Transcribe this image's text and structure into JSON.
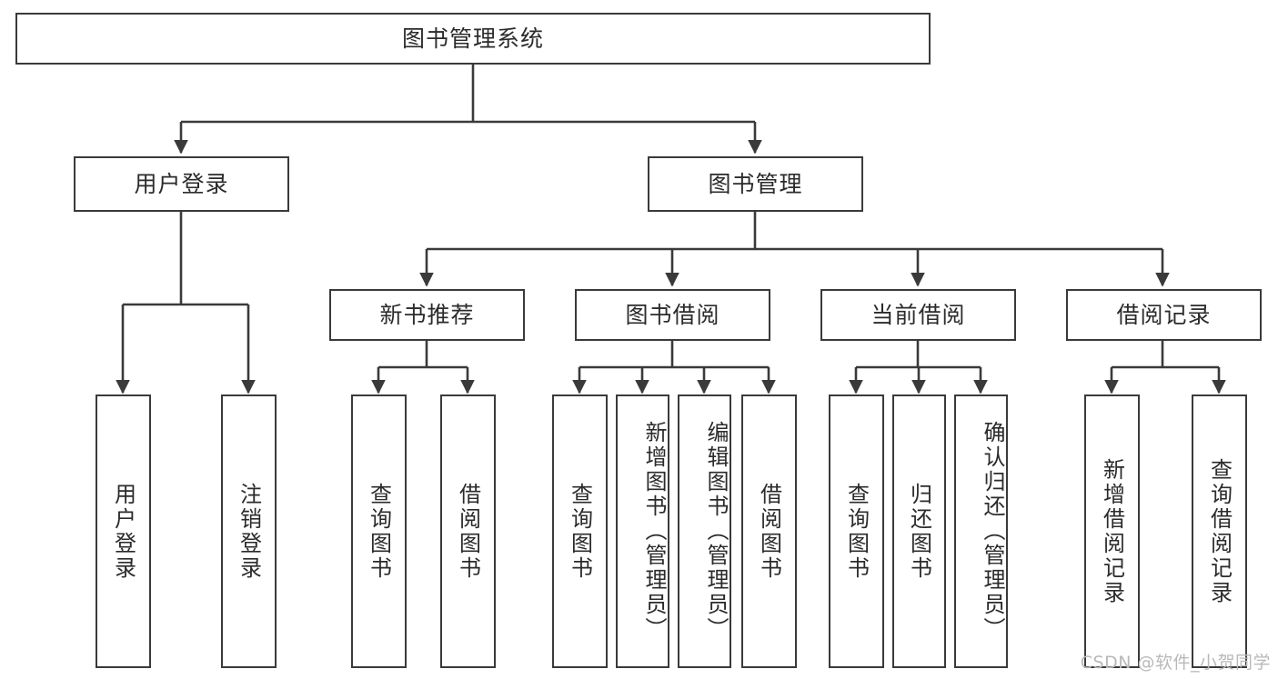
{
  "diagram": {
    "title": "图书管理系统",
    "type": "tree-hierarchy",
    "watermark": "CSDN @软件_小贺同学",
    "colors": {
      "background": "#ffffff",
      "node_border": "#3a3a3a",
      "node_fill": "#ffffff",
      "text": "#2b2b2b",
      "edge": "#3a3a3a",
      "watermark": "#b9b9b9"
    },
    "root": {
      "id": "root",
      "label": "图书管理系统",
      "orientation": "horizontal"
    },
    "level2": [
      {
        "id": "user-login",
        "label": "用户登录",
        "orientation": "horizontal"
      },
      {
        "id": "book-manage",
        "label": "图书管理",
        "orientation": "horizontal"
      }
    ],
    "level3": [
      {
        "id": "new-book-recommend",
        "label": "新书推荐",
        "orientation": "horizontal",
        "parent": "book-manage"
      },
      {
        "id": "book-borrow",
        "label": "图书借阅",
        "orientation": "horizontal",
        "parent": "book-manage"
      },
      {
        "id": "current-borrow",
        "label": "当前借阅",
        "orientation": "horizontal",
        "parent": "book-manage"
      },
      {
        "id": "borrow-record",
        "label": "借阅记录",
        "orientation": "horizontal",
        "parent": "book-manage"
      }
    ],
    "leaves": [
      {
        "id": "leaf-user-login",
        "label": "用户登录",
        "orientation": "vertical",
        "parent": "user-login"
      },
      {
        "id": "leaf-user-logout",
        "label": "注销登录",
        "orientation": "vertical",
        "parent": "user-login"
      },
      {
        "id": "leaf-query-book-1",
        "label": "查询图书",
        "orientation": "vertical",
        "parent": "new-book-recommend"
      },
      {
        "id": "leaf-borrow-book-1",
        "label": "借阅图书",
        "orientation": "vertical",
        "parent": "new-book-recommend"
      },
      {
        "id": "leaf-query-book-2",
        "label": "查询图书",
        "orientation": "vertical",
        "parent": "book-borrow"
      },
      {
        "id": "leaf-add-book",
        "label": "新增图书（管理员）",
        "orientation": "vertical",
        "parent": "book-borrow"
      },
      {
        "id": "leaf-edit-book",
        "label": "编辑图书（管理员）",
        "orientation": "vertical",
        "parent": "book-borrow"
      },
      {
        "id": "leaf-borrow-book-2",
        "label": "借阅图书",
        "orientation": "vertical",
        "parent": "book-borrow"
      },
      {
        "id": "leaf-query-book-3",
        "label": "查询图书",
        "orientation": "vertical",
        "parent": "current-borrow"
      },
      {
        "id": "leaf-return-book",
        "label": "归还图书",
        "orientation": "vertical",
        "parent": "current-borrow"
      },
      {
        "id": "leaf-confirm-return",
        "label": "确认归还（管理员）",
        "orientation": "vertical",
        "parent": "current-borrow"
      },
      {
        "id": "leaf-add-record",
        "label": "新增借阅记录",
        "orientation": "vertical",
        "parent": "borrow-record"
      },
      {
        "id": "leaf-query-record",
        "label": "查询借阅记录",
        "orientation": "vertical",
        "parent": "borrow-record"
      }
    ]
  }
}
